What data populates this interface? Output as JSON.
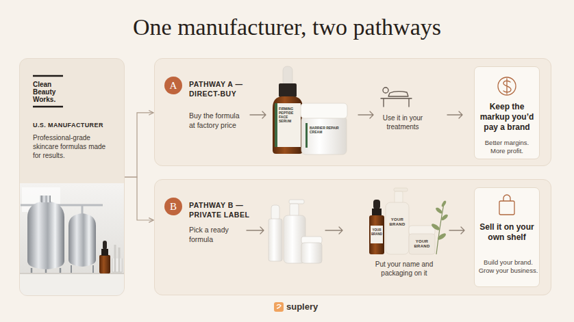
{
  "diagram": {
    "title": "One manufacturer, two pathways",
    "nodes": [
      {
        "text": [
          "Clean Beauty Works.",
          "U.S. MANUFACTURER",
          "Professional-grade skincare formulas made for results."
        ]
      },
      {
        "text": [
          "PATHWAY A — DIRECT-BUY",
          "Buy the formula at factory price",
          "Use it in your treatments"
        ]
      },
      {
        "text": [
          "A"
        ],
        "in": 1
      },
      {
        "text": [
          "Keep the markup you’d pay a brand",
          "Better margins. More profit."
        ],
        "in": 1
      },
      {
        "text": [
          "PATHWAY B — PRIVATE LABEL",
          "Pick a ready formula",
          "Put your name and packaging on it"
        ]
      },
      {
        "text": [
          "B"
        ],
        "in": 4
      },
      {
        "text": [
          "Sell it on your own shelf",
          "Build your brand. Grow your business."
        ],
        "in": 4
      }
    ],
    "edges": [
      {
        "from": 0,
        "to": 1,
        "arrow": "to"
      },
      {
        "from": 0,
        "to": 4,
        "arrow": "to"
      }
    ],
    "labels": [
      "FIRMING PEPTIDE FACE SERUM",
      "BARRIER REPAIR CREAM",
      "YOUR BRAND",
      "YOUR BRAND",
      "YOUR BRAND",
      "suplery"
    ]
  }
}
